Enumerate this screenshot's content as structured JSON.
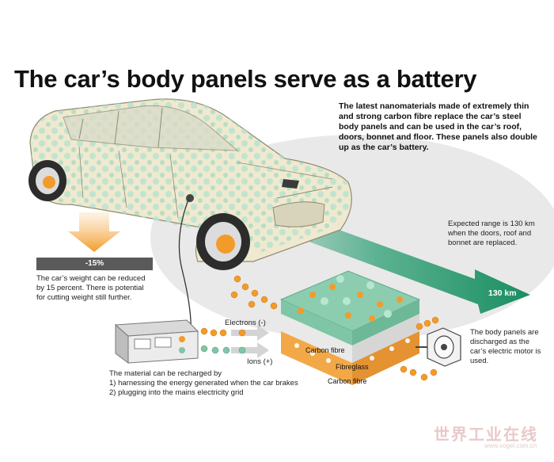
{
  "title": "The car’s body panels serve as a battery",
  "intro_text": "The latest nanomaterials made of extremely thin and strong carbon fibre replace the car’s steel body panels and can be used in the car’s roof, doors, bonnet and floor. These panels also double up as the car’s battery.",
  "weight": {
    "badge": "-15%",
    "description": "The car’s weight can be reduced by 15 percent. There is potential for cutting weight still further."
  },
  "range": {
    "description": "Expected range is 130 km when the doors, roof and bonnet are replaced.",
    "arrow_label": "130 km"
  },
  "electrons_label": "Electrons (-)",
  "ions_label": "Ions (+)",
  "recharge": {
    "intro": "The material can be recharged by",
    "item1": "1) harnessing the energy generated when the car brakes",
    "item2": "2) plugging into the mains electricity grid"
  },
  "layers": {
    "carbon_top": "Carbon fibre",
    "fibreglass": "Fibreglass",
    "carbon_bottom": "Carbon fibre"
  },
  "motor_text": "The body panels are discharged as the car’s electric motor is used.",
  "watermark": {
    "text": "世界工业在线",
    "url": "www.vogel.com.cn"
  },
  "colors": {
    "panel_green": "#7fc6a6",
    "arrow_green": "#1f9a6c",
    "orange": "#f39b2a",
    "grey_badge": "#5a5a5a",
    "car_body": "#efe9cf"
  }
}
